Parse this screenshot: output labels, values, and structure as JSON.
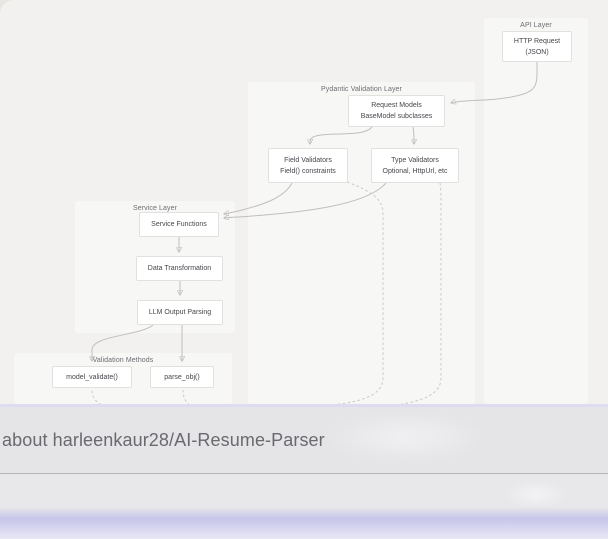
{
  "layers": {
    "api": "API Layer",
    "pydantic": "Pydantic Validation Layer",
    "service": "Service Layer",
    "validation": "Validation Methods"
  },
  "nodes": {
    "http_request": {
      "line1": "HTTP Request",
      "line2": "(JSON)"
    },
    "request_models": {
      "line1": "Request Models",
      "line2": "BaseModel subclasses"
    },
    "field_validators": {
      "line1": "Field Validators",
      "line2": "Field() constraints"
    },
    "type_validators": {
      "line1": "Type Validators",
      "line2": "Optional, HttpUrl, etc"
    },
    "service_functions": {
      "line1": "Service Functions"
    },
    "data_transformation": {
      "line1": "Data Transformation"
    },
    "llm_output_parsing": {
      "line1": "LLM Output Parsing"
    },
    "model_validate": {
      "line1": "model_validate()"
    },
    "parse_obj": {
      "line1": "parse_obj()"
    }
  },
  "edges": [
    {
      "from": "http_request",
      "to": "request_models",
      "style": "solid"
    },
    {
      "from": "request_models",
      "to": "field_validators",
      "style": "solid"
    },
    {
      "from": "request_models",
      "to": "type_validators",
      "style": "solid"
    },
    {
      "from": "field_validators",
      "to": "service_functions",
      "style": "solid"
    },
    {
      "from": "type_validators",
      "to": "service_functions",
      "style": "solid"
    },
    {
      "from": "service_functions",
      "to": "data_transformation",
      "style": "solid"
    },
    {
      "from": "data_transformation",
      "to": "llm_output_parsing",
      "style": "solid"
    },
    {
      "from": "llm_output_parsing",
      "to": "model_validate",
      "style": "solid"
    },
    {
      "from": "llm_output_parsing",
      "to": "parse_obj",
      "style": "solid"
    },
    {
      "from": "field_validators",
      "to": "model_validate",
      "style": "dashed"
    },
    {
      "from": "type_validators",
      "to": "parse_obj",
      "style": "dashed"
    }
  ],
  "overlay": {
    "text": "about harleenkaur28/AI-Resume-Parser"
  },
  "colors": {
    "page_bg": "#f2f1ef",
    "container_bg": "#f7f7f6",
    "node_bg": "#ffffff",
    "node_border": "#e2e1df",
    "edge": "#c0bfbd",
    "overlay_bg": "#e5e4e7",
    "overlay_text": "#6a696e",
    "bottom_glow": "#c6c4ee"
  }
}
